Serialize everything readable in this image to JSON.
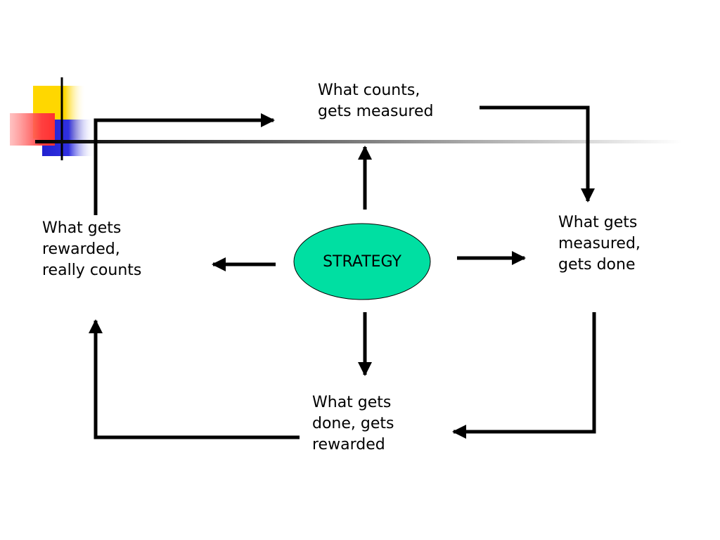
{
  "diagram": {
    "center": {
      "label": "STRATEGY",
      "fill": "#00dfa2"
    },
    "nodes": {
      "top": "What counts,\ngets measured",
      "right": "What gets\nmeasured,\ngets done",
      "bottom": "What gets\ndone, gets\nrewarded",
      "left": "What gets\nrewarded,\nreally counts"
    },
    "colors": {
      "stroke": "#000000",
      "decor_yellow": "#ffd700",
      "decor_red": "#ff4d4d",
      "decor_blue": "#2b2bd6"
    }
  }
}
